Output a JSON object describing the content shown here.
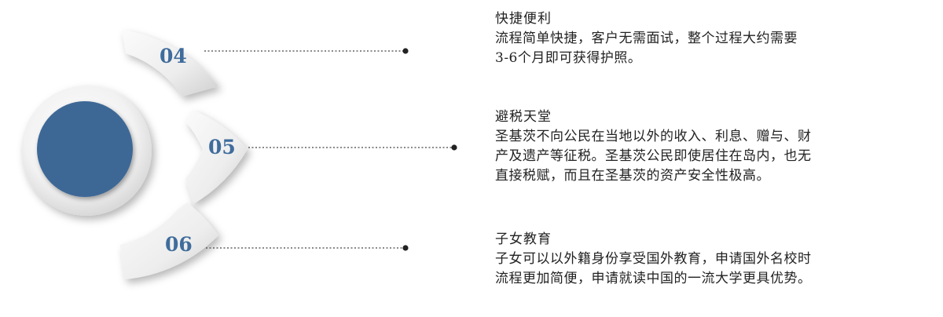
{
  "colors": {
    "center_circle": "#3d6796",
    "segment_light": "#f4f4f4",
    "segment_shadow": "#c9c9c9",
    "number": "#3f6c9c",
    "connector": "#444444"
  },
  "items": [
    {
      "number": "04",
      "title": "快捷便利",
      "lines": [
        "流程简单快捷，客户无需面试，整个过程大约需要",
        "3-6个月即可获得护照。"
      ]
    },
    {
      "number": "05",
      "title": "避税天堂",
      "lines": [
        "圣基茨不向公民在当地以外的收入、利息、赠与、财",
        "产及遗产等征税。圣基茨公民即使居住在岛内，也无",
        "直接税赋，而且在圣基茨的资产安全性极高。"
      ]
    },
    {
      "number": "06",
      "title": "子女教育",
      "lines": [
        "子女可以以外籍身份享受国外教育，申请国外名校时",
        "流程更加简便，申请就读中国的一流大学更具优势。"
      ]
    }
  ]
}
